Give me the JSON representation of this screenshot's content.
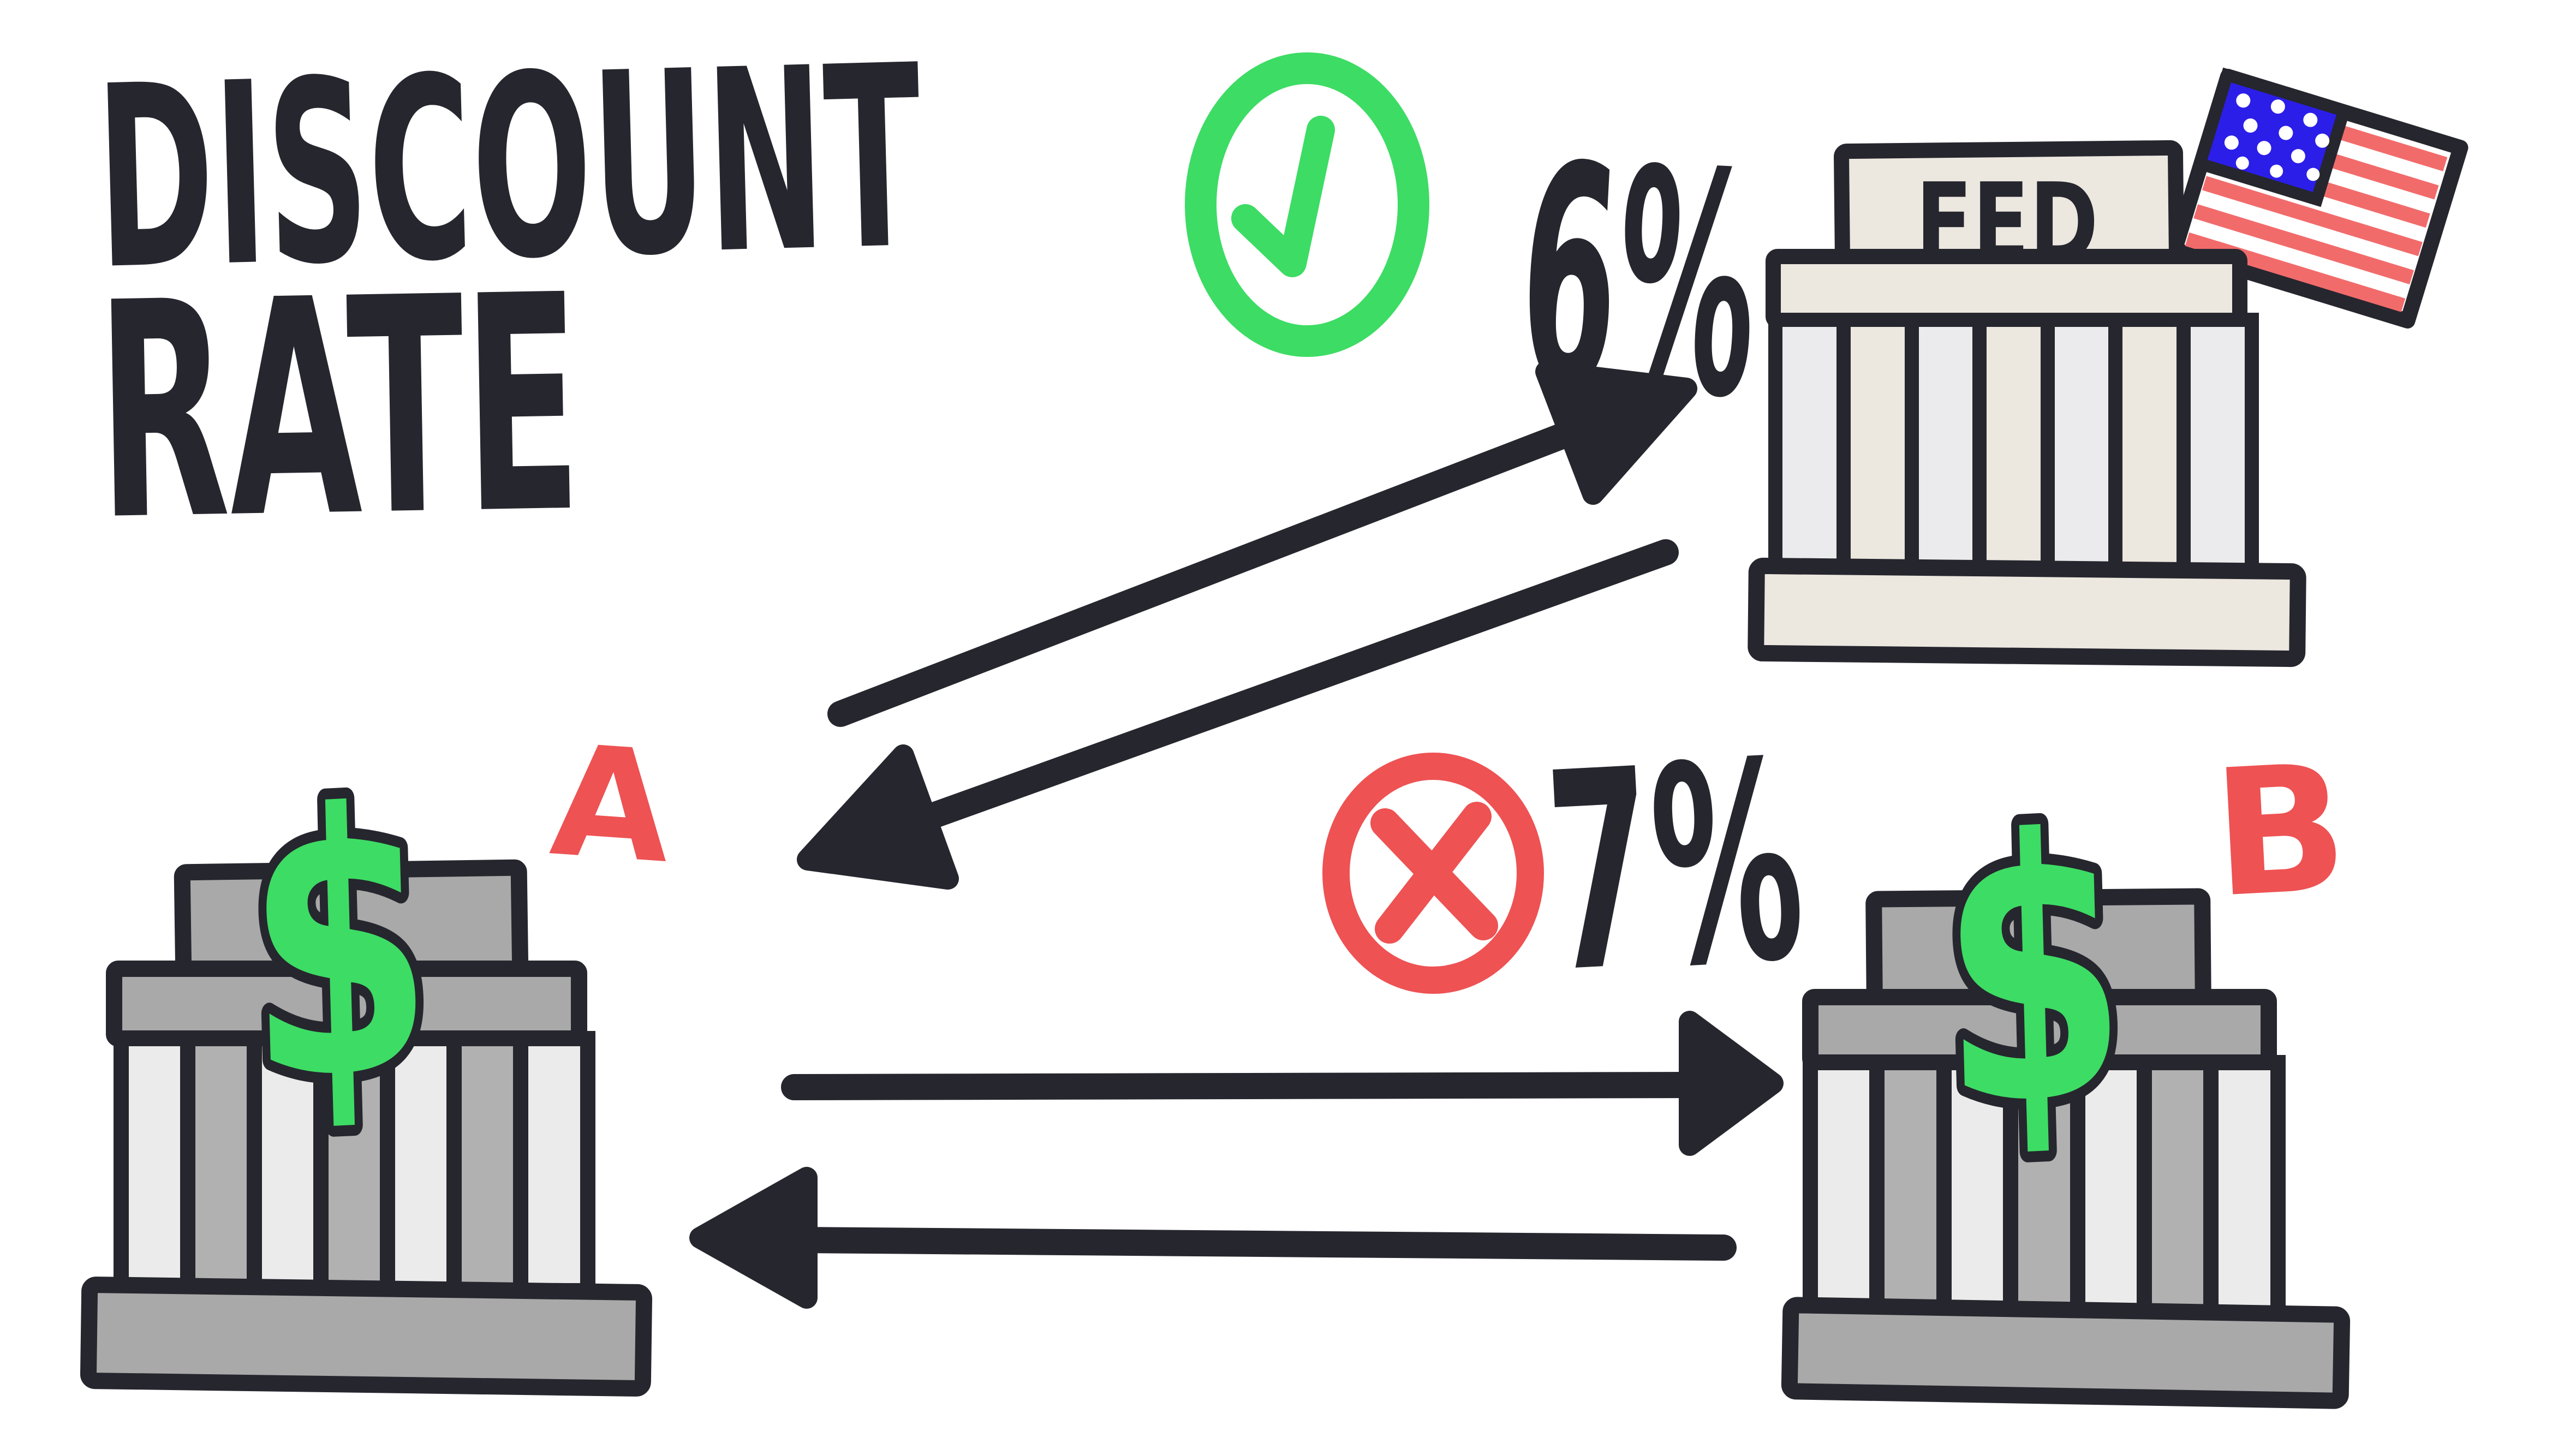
{
  "title": {
    "line1": "DISCOUNT",
    "line2": "RATE"
  },
  "fed_building": {
    "sign_label": "FED",
    "flag_icon": "us-flag-icon"
  },
  "rates": {
    "discount_window": {
      "value": "6%",
      "status_icon": "check-icon"
    },
    "interbank": {
      "value": "7%",
      "status_icon": "x-icon"
    }
  },
  "bank_a": {
    "label": "A",
    "dollar_sign": "$"
  },
  "bank_b": {
    "label": "B",
    "dollar_sign": "$"
  },
  "colors": {
    "ink": "#26262e",
    "green": "#3ddc64",
    "red": "#ee5253",
    "flag_blue": "#2b1ee8",
    "flag_stripe_red": "#f26b6b",
    "flag_white": "#ffffff",
    "fed_cream": "#ece7df",
    "fed_column_light": "#ebebed",
    "bank_gray": "#a9a9a9",
    "bank_column_light": "#ebebeb",
    "bank_column_gray": "#b1b1b1"
  }
}
